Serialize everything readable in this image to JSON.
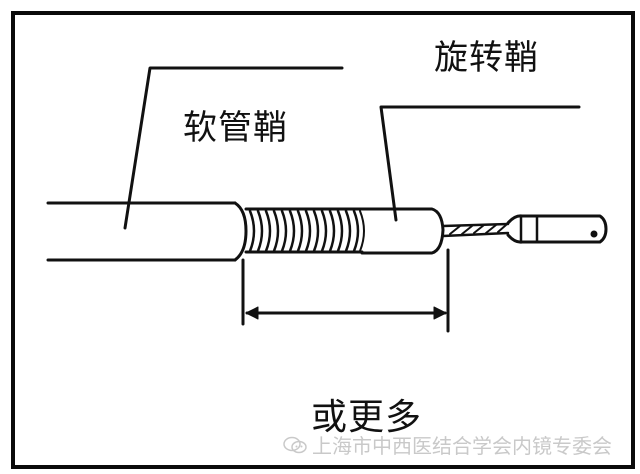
{
  "diagram": {
    "labels": {
      "hose_sheath": "软管鞘",
      "rotating_sheath": "旋转鞘",
      "or_more": "或更多"
    },
    "watermark": {
      "icon": "wechat-icon",
      "text": "上海市中西医结合学会内镜专委会"
    },
    "colors": {
      "line": "#111111",
      "background": "#ffffff",
      "watermark": "#c9c9c9"
    },
    "parts": [
      "hose-sheath",
      "spring-coil",
      "rotating-sheath",
      "wire",
      "tip",
      "dimension-arrow"
    ]
  }
}
